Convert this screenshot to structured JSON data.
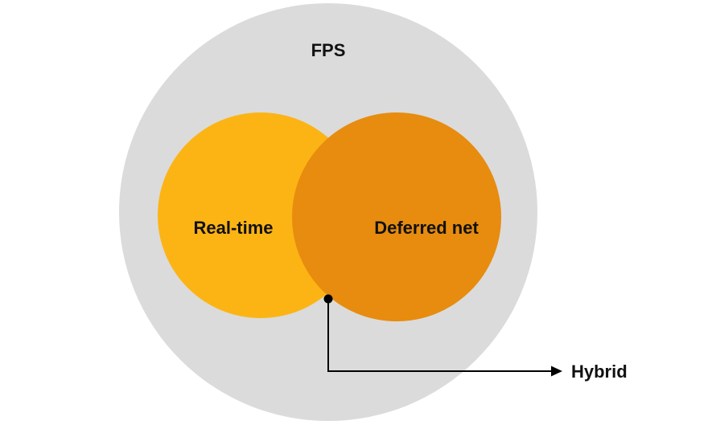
{
  "figure": {
    "title": "FPS",
    "outer_set": {
      "label": "FPS",
      "color": "#dbdbdb"
    },
    "left_set": {
      "label": "Real-time",
      "color": "#fcb415"
    },
    "right_set": {
      "label": "Deferred net",
      "color": "#e78c0f"
    },
    "intersection_callout": {
      "label": "Hybrid",
      "connector_color": "#000000"
    },
    "background_color": "#ffffff",
    "text_color": "#111111"
  }
}
